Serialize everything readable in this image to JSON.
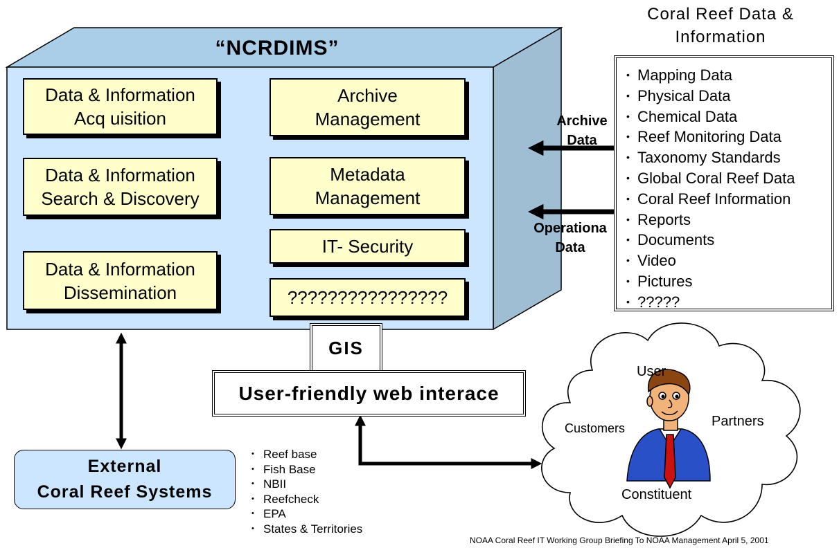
{
  "system": {
    "title": "“NCRDIMS”",
    "modules_left": [
      [
        "Data & Information",
        "Acq uisition"
      ],
      [
        "Data & Information",
        "Search & Discovery"
      ],
      [
        "Data & Information",
        "Dissemination"
      ]
    ],
    "modules_right": [
      [
        "Archive",
        "Management"
      ],
      [
        "Metadata",
        "Management"
      ],
      [
        "IT- Security"
      ],
      [
        "????????????????"
      ]
    ]
  },
  "data_panel": {
    "title_line1": "Coral Reef Data &",
    "title_line2": "Information",
    "items": [
      "Mapping Data",
      "Physical Data",
      "Chemical Data",
      "Reef Monitoring Data",
      "Taxonomy Standards",
      "Global Coral Reef Data",
      "Coral Reef Information",
      "Reports",
      "Documents",
      "Video",
      "Pictures",
      "?????"
    ]
  },
  "arrow_labels": {
    "archive_line1": "Archive",
    "archive_line2": "Data",
    "operational_line1": "Operationa",
    "operational_line2": "Data"
  },
  "gis_label": "GIS",
  "web_interface_label": "User-friendly web interace",
  "external": {
    "line1": "External",
    "line2": "Coral Reef Systems",
    "examples": [
      "Reef base",
      "Fish Base",
      "NBII",
      "Reefcheck",
      "EPA",
      "States & Territories"
    ]
  },
  "cloud": {
    "user": "User",
    "customers": "Customers",
    "partners": "Partners",
    "constituent": "Constituent"
  },
  "footer": "NOAA Coral Reef IT Working Group Briefing To NOAA Management April 5, 2001",
  "colors": {
    "box_front": "#cce6ff",
    "box_top": "#aacde8",
    "box_side": "#9fbdd3",
    "module_fill": "#ffffcc",
    "external_fill": "#cce6ff",
    "suit": "#2a50c8",
    "tie": "#cc1111",
    "skin": "#f2b37a"
  }
}
